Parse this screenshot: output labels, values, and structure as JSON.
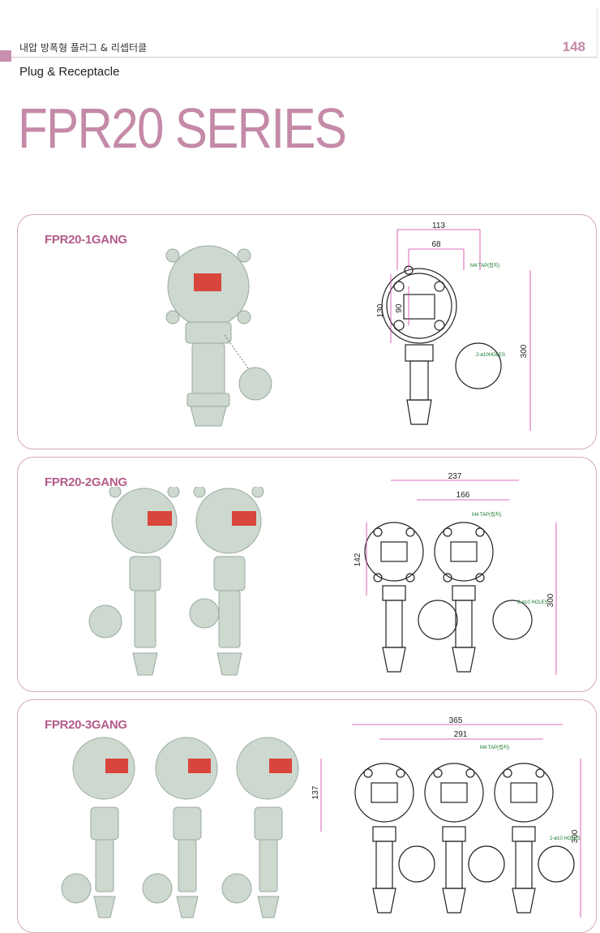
{
  "header": {
    "category_ko": "내압 방폭형 플러그 & 리셉터클",
    "page_number": "148",
    "subtitle": "Plug & Receptacle",
    "series_title": "FPR20 SERIES"
  },
  "products": [
    {
      "label": "FPR20-1GANG",
      "dims": {
        "width_outer": "113",
        "width_inner": "68",
        "height_body": "130",
        "height_inner": "90",
        "height_total": "300"
      },
      "notes": {
        "tap": "M4 TAP(접지)",
        "holes": "2-ø10HOLES"
      }
    },
    {
      "label": "FPR20-2GANG",
      "dims": {
        "width_outer": "237",
        "width_inner": "166",
        "height_body": "142",
        "height_total": "300"
      },
      "notes": {
        "tap": "M4 TAP(접지)",
        "holes": "2-ø10 HOLES"
      }
    },
    {
      "label": "FPR20-3GANG",
      "dims": {
        "width_outer": "365",
        "width_inner": "291",
        "height_body": "137",
        "height_total": "300"
      },
      "notes": {
        "tap": "M4 TAP(접지)",
        "holes": "2-ø10 HOLES"
      }
    }
  ],
  "colors": {
    "accent": "#c48aa7",
    "label": "#b35c88",
    "dimension": "#d23ca0",
    "body": "#cdd8cf",
    "nameplate": "#d8453c"
  }
}
